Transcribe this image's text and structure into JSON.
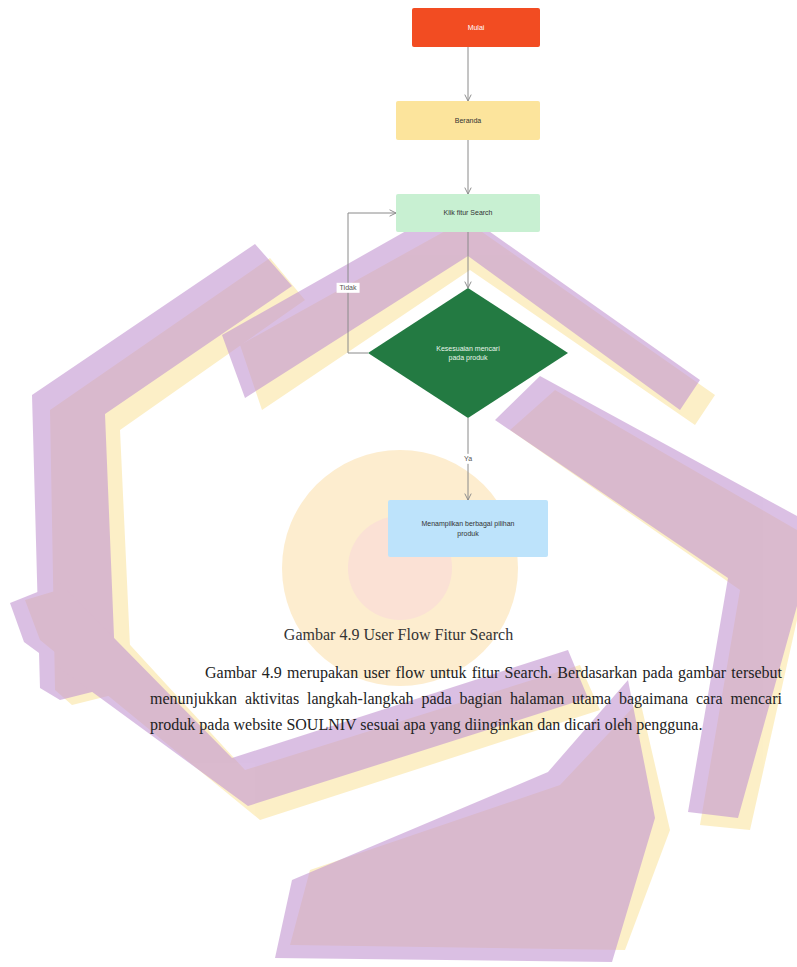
{
  "diagram": {
    "caption": "Gambar 4.9 User Flow Fitur Search",
    "nodes": [
      {
        "text": [
          "Mulai"
        ]
      },
      {
        "text": [
          "Beranda"
        ]
      },
      {
        "text": [
          "Klik fitur Search"
        ]
      },
      {
        "text": [
          "Kesesuaian mencari pada produk"
        ]
      },
      {
        "text": [
          "Menampilkan berbagai pilihan produk"
        ]
      }
    ],
    "edges": [
      {
        "from": 0,
        "to": 1,
        "arrow": "to"
      },
      {
        "from": 1,
        "to": 2,
        "arrow": "to"
      },
      {
        "from": 2,
        "to": 3,
        "arrow": "to"
      },
      {
        "from": 3,
        "to": 4,
        "label": "Ya",
        "arrow": "to"
      },
      {
        "from": 3,
        "to": 2,
        "label": "Tidak",
        "arrow": "to"
      }
    ],
    "labels": [
      "Gambar 4.9 merupakan user flow untuk fitur Search. Berdasarkan pada gambar tersebut menunjukkan aktivitas langkah-langkah pada bagian halaman utama bagaimana cara mencari produk pada website SOULNIV sesuai apa yang diinginkan dan dicari oleh pengguna."
    ]
  }
}
